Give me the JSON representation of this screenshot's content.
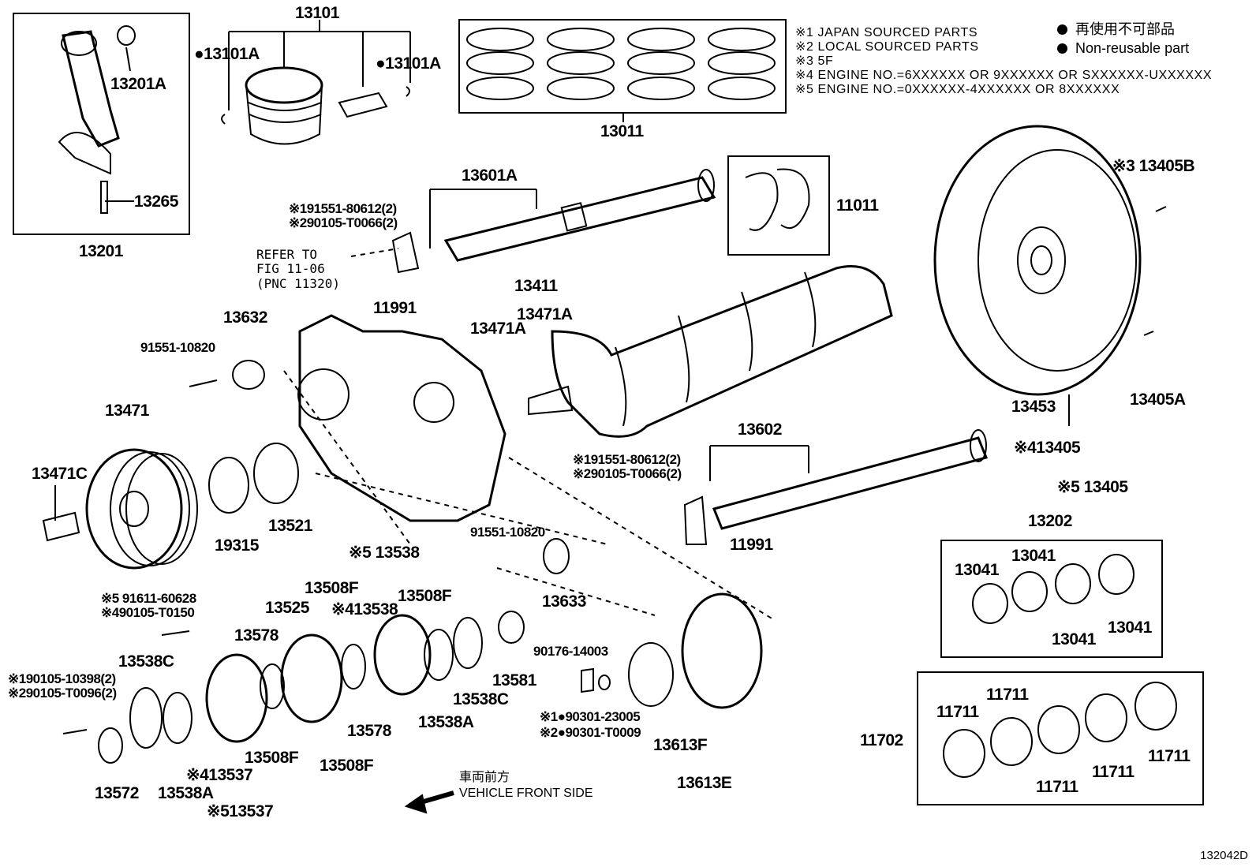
{
  "diagram": {
    "code": "132042D",
    "notes": [
      "※1 JAPAN SOURCED PARTS",
      "※2 LOCAL SOURCED PARTS",
      "※3 5F",
      "※4 ENGINE NO.=6XXXXXX OR 9XXXXXX OR SXXXXXX-UXXXXXX",
      "※5 ENGINE NO.=0XXXXXX-4XXXXXX OR 8XXXXXX"
    ],
    "legend": {
      "jp": "再使用不可部品",
      "en": "Non-reusable part"
    },
    "front": {
      "jp": "車両前方",
      "en": "VEHICLE FRONT SIDE"
    },
    "refer": [
      "REFER TO",
      "FIG 11-06",
      "(PNC 11320)"
    ],
    "labels": {
      "p13101": "13101",
      "p13101A_l": "●13101A",
      "p13101A_r": "●13101A",
      "p13201A": "13201A",
      "p13265": "13265",
      "p13201": "13201",
      "p13011": "13011",
      "p13601A": "13601A",
      "p11011": "11011",
      "p13405B": "※3 13405B",
      "p91551_80612_a": "※191551-80612(2)",
      "p90105_t0066_a": "※290105-T0066(2)",
      "p11991_a": "11991",
      "p13411": "13411",
      "p13471A_a": "13471A",
      "p13471A_b": "13471A",
      "p13632": "13632",
      "p91551_10820_a": "91551-10820",
      "p13471": "13471",
      "p13471C": "13471C",
      "p19315": "19315",
      "p13521": "13521",
      "p13602": "13602",
      "p91551_80612_b": "※191551-80612(2)",
      "p90105_t0066_b": "※290105-T0066(2)",
      "p11991_b": "11991",
      "p13453": "13453",
      "p13405A": "13405A",
      "p13405_4": "※413405",
      "p13405_5": "※5 13405",
      "p13202": "13202",
      "p13041_a": "13041",
      "p13041_b": "13041",
      "p13041_c": "13041",
      "p13041_d": "13041",
      "p91551_10820_b": "91551-10820",
      "p13633": "13633",
      "p13538_5": "※5 13538",
      "p13508F_a": "13508F",
      "p13508F_b": "13508F",
      "p13538_4": "※413538",
      "p91611": "※5 91611-60628",
      "p90105_t0150": "※490105-T0150",
      "p13525": "13525",
      "p13578_a": "13578",
      "p13538C_a": "13538C",
      "p90105_10398": "※190105-10398(2)",
      "p90105_t0096": "※290105-T0096(2)",
      "p13581": "13581",
      "p13538C_b": "13538C",
      "p90176": "90176-14003",
      "p13578_b": "13578",
      "p13538A_a": "13538A",
      "p90301_23005": "※1●90301-23005",
      "p90301_t0009": "※2●90301-T0009",
      "p13613F": "13613F",
      "p13508F_c": "13508F",
      "p13508F_d": "13508F",
      "p13537_4": "※413537",
      "p13538A_b": "13538A",
      "p13572": "13572",
      "p13537_5": "※513537",
      "p13613E": "13613E",
      "p11711_a": "11711",
      "p11711_b": "11711",
      "p11711_c": "11711",
      "p11711_d": "11711",
      "p11711_e": "11711",
      "p11702": "11702"
    }
  }
}
